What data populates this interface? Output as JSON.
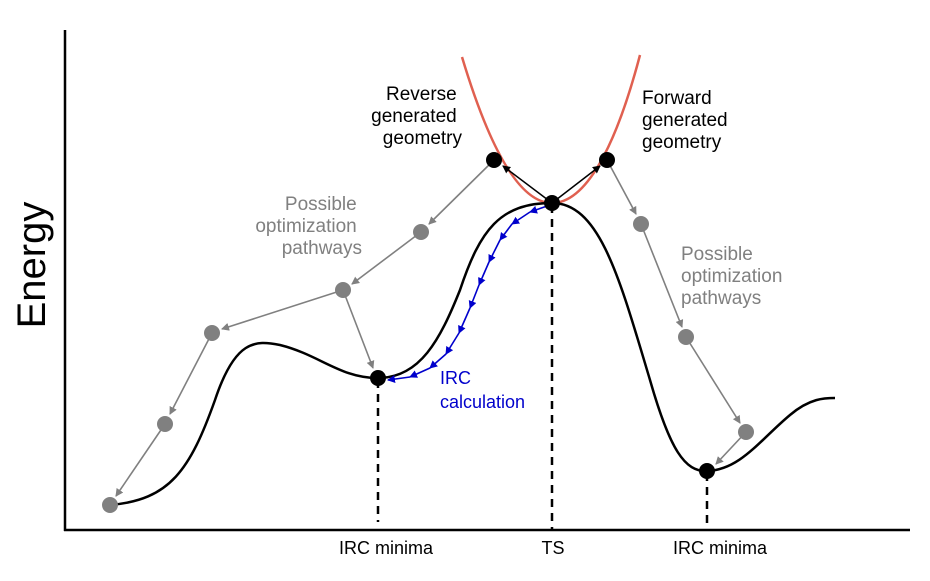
{
  "axis": {
    "y_label": "Energy"
  },
  "x_ticks": [
    "IRC minima",
    "TS",
    "IRC minima"
  ],
  "labels": {
    "reverse": [
      "Reverse",
      "generated",
      "geometry"
    ],
    "forward": [
      "Forward",
      "generated",
      "geometry"
    ],
    "pathways_left": [
      "Possible",
      "optimization",
      "pathways"
    ],
    "pathways_right": [
      "Possible",
      "optimization",
      "pathways"
    ],
    "irc": [
      "IRC",
      "calculation"
    ]
  },
  "colors": {
    "curve": "#000000",
    "parabola": "#e06050",
    "pathway": "#808080",
    "irc": "#0000cc"
  }
}
